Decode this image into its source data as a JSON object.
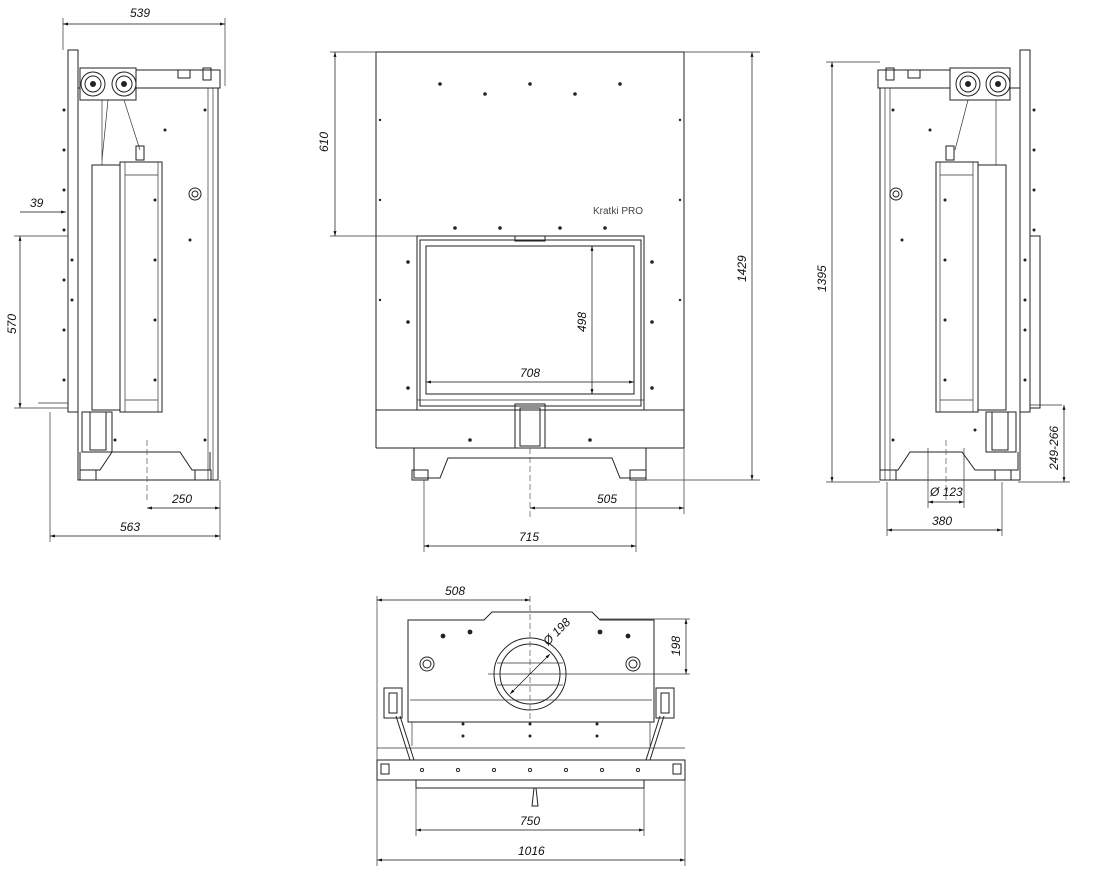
{
  "brand": {
    "logo_text": "Kratki PRO"
  },
  "views": {
    "left_side": {
      "dims": {
        "top_width": "539",
        "offset_39": "39",
        "height_570": "570",
        "depth_250": "250",
        "base_563": "563"
      }
    },
    "front": {
      "dims": {
        "top_610": "610",
        "glass_height": "498",
        "glass_width": "708",
        "total_height": "1429",
        "right_505": "505",
        "base_715": "715"
      }
    },
    "right_side": {
      "dims": {
        "height_1395": "1395",
        "range_249_266": "249-266",
        "dia_123": "Ø 123",
        "base_380": "380"
      }
    },
    "top": {
      "dims": {
        "left_508": "508",
        "dia_198": "Ø 198",
        "depth_198": "198",
        "width_750": "750",
        "width_1016": "1016"
      }
    }
  }
}
